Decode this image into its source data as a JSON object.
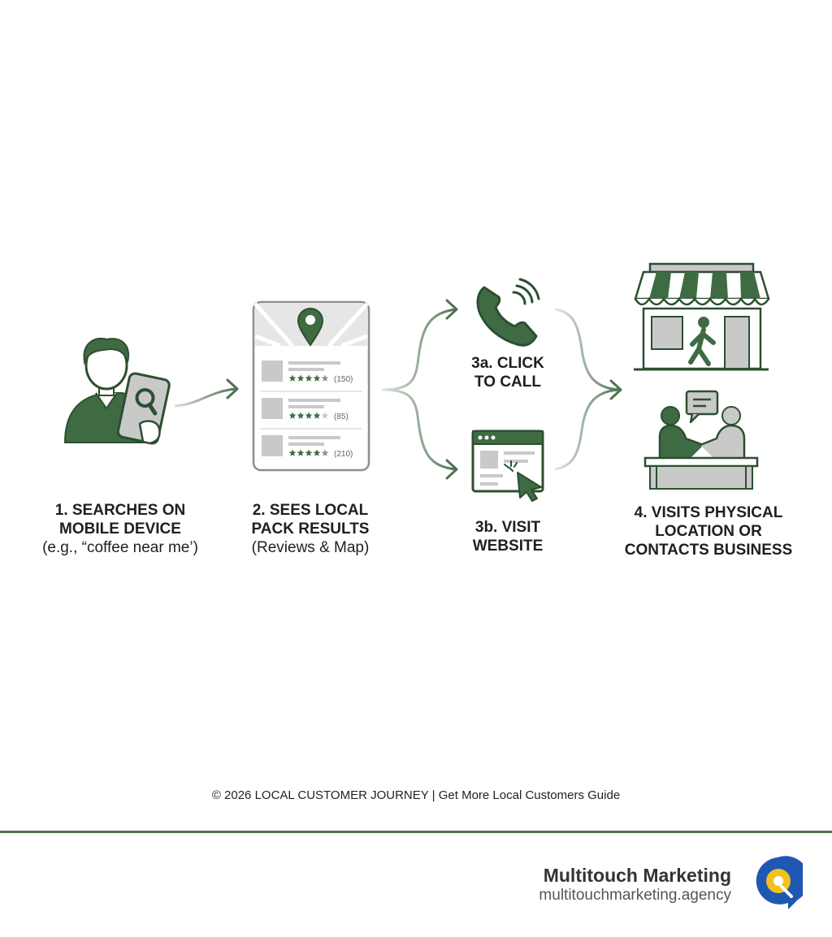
{
  "steps": [
    {
      "title_1": "1. SEARCHES ON",
      "title_2": "MOBILE DEVICE",
      "sub": "(e.g., “coffee near me’)"
    },
    {
      "title_1": "2. SEES LOCAL",
      "title_2": "PACK RESULTS",
      "sub": "(Reviews & Map)"
    },
    {
      "title_1": "3a. CLICK",
      "title_2": "TO CALL"
    },
    {
      "title_1": "3b. VISIT",
      "title_2": "WEBSITE"
    },
    {
      "title_1": "4. VISITS PHYSICAL",
      "title_2": "LOCATION OR",
      "title_3": "CONTACTS BUSINESS"
    }
  ],
  "local_pack": {
    "review_counts": [
      "(150)",
      "(85)",
      "(210)"
    ],
    "ratings": [
      4.5,
      4,
      4.5
    ]
  },
  "footer": {
    "caption": "© 2026 LOCAL CUSTOMER JOURNEY | Get More Local Customers Guide"
  },
  "brand": {
    "name": "Multitouch Marketing",
    "url": "multitouchmarketing.agency"
  },
  "colors": {
    "primary_green": "#3f6b43",
    "light_green": "#a9bfa9",
    "gray": "#c9c9c9",
    "logo_blue": "#1f57b3",
    "logo_yellow": "#f2c21b",
    "divider": "#4f7352"
  }
}
